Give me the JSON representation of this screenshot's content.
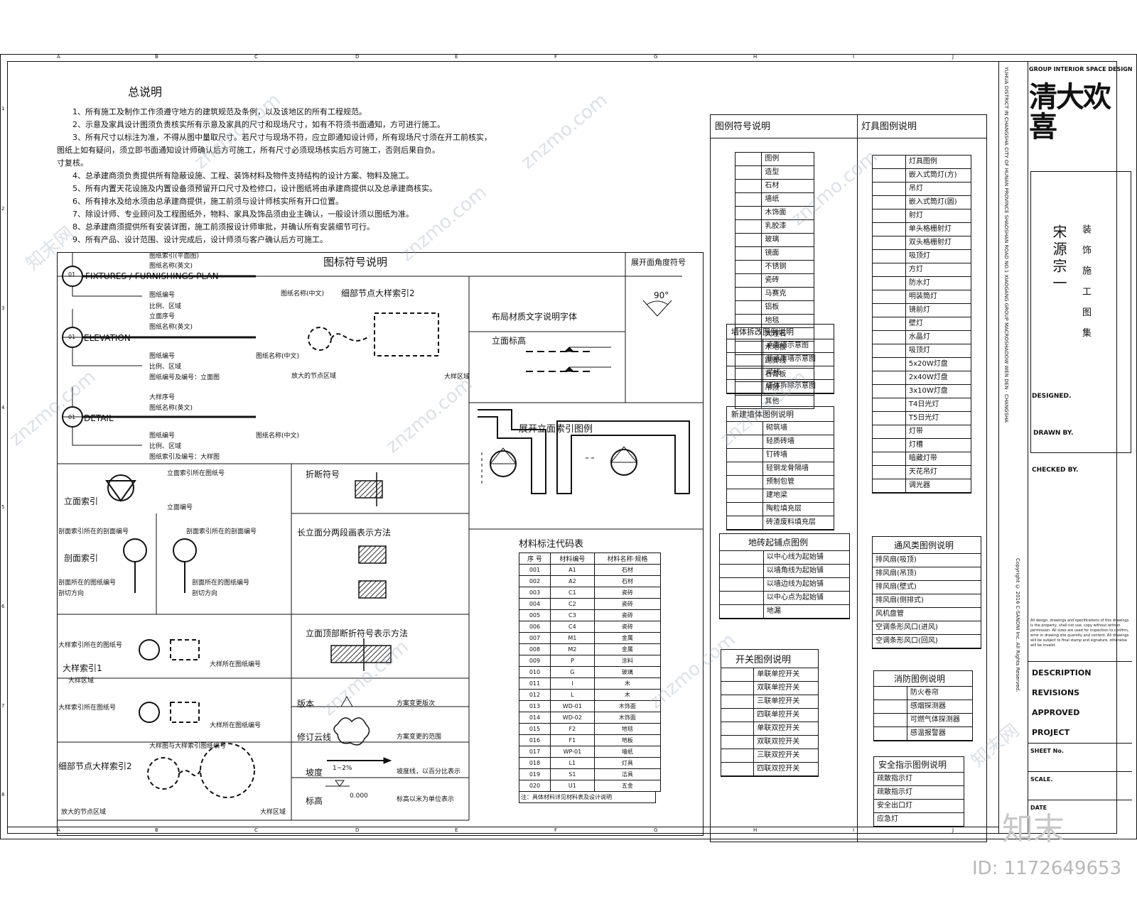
{
  "grid_letters": [
    "A",
    "B",
    "C",
    "D",
    "E",
    "F",
    "G",
    "H",
    "I",
    "J"
  ],
  "grid_numbers": [
    "1",
    "2",
    "3",
    "4",
    "5",
    "6",
    "7",
    "8"
  ],
  "general_notes": {
    "title": "总说明",
    "lines": [
      "1、所有施工及制作工作须遵守地方的建筑规范及条例，以及该地区的所有工程规范。",
      "2、示意及家具设计图须负责核实所有示意及家具的尺寸和现场尺寸，如有不符须书面通知，方可进行施工。",
      "3、所有尺寸以标注为准，不得从图中量取尺寸。若尺寸与现场不符，应立即通知设计师，所有现场尺寸须在开工前核实，",
      "图纸上如有疑问，须立即书面通知设计师确认后方可施工，所有尺寸必须现场核实后方可施工，否则后果自负。",
      "寸复核。",
      "4、总承建商须负责提供所有隐蔽设施、工程、装饰材料及物件支持结构的设计方案、物料及施工。",
      "5、所有内置天花设施及内置设备须预留开口尺寸及检修口，设计图纸将由承建商提供以及总承建商核实。",
      "6、所有排水及给水须由总承建商提供，施工前须与设计师核实所有开口位置。",
      "7、除设计师、专业顾问及工程图纸外，物料、家具及饰品须由业主确认，一般设计须以图纸为准。",
      "8、总承建商须提供所有安装详图，施工前须报设计师审批，并确认所有安装细节可行。",
      "9、所有产品、设计范围、设计完成后，设计师须与客户确认后方可施工。"
    ]
  },
  "legend_main": {
    "title": "图标符号说明",
    "furnishing_label": "FIXTURES / FURNISHINGS PLAN",
    "elevation_label": "ELEVATION",
    "detail_label": "DETAIL",
    "code_label": "01",
    "labels": {
      "drawing_code_cn": "图纸索引(平面图)",
      "drawing_name_en": "图纸名称(英文)",
      "drawing_no": "图纸编号",
      "scale": "比例、区域",
      "drawing_name_cn": "图纸名称(中文)",
      "node_index2": "细部节点大样索引2",
      "elevation_no": "立面序号",
      "elev_name_en": "图纸名称(英文)",
      "elev_code": "图纸编号及编号：立面图",
      "detail_no": "大样序号",
      "detail_name_en": "图纸名称(英文)",
      "detail_code": "图纸索引及编号：大样图",
      "detail_region": "放大的节点区域",
      "detail_target": "大样区域",
      "material_font": "布局材质文字说明字体",
      "elevation_height": "立面标高",
      "expand_angle": "展开面角度符号",
      "angle": "90°",
      "elevation_index_title": "展开立面索引图例",
      "elev_index": "立面索引",
      "elev_index_a": "立面索引所在图纸号",
      "elev_index_b": "立面编号",
      "section_index": "剖面索引",
      "section_a": "剖面索引所在的剖面编号",
      "section_b": "剖面所在的图纸编号",
      "section_c": "剖切方向",
      "break_symbol": "折断符号",
      "long_elev": "长立面分两段画表示方法",
      "elev_top": "立面顶部断折符号表示方法",
      "detail_idx1": "大样索引1",
      "detail_idx1_a": "大样索引所在的图纸号",
      "detail_idx1_b": "大样所在图纸编号",
      "detail_idx1_c": "大样区域",
      "detail_idx2_a": "大样索引所在图纸号",
      "detail_idx2_b": "大样图与大样索引图纸编号",
      "node_index_bottom": "细部节点大样索引2",
      "node_region": "放大的节点区域",
      "node_target": "大样区域",
      "version": "版本",
      "version_note": "方案变更版次",
      "revision_cloud": "修订云线",
      "revision_note": "方案变更的范围",
      "slope": "坡度",
      "slope_value": "1~2%",
      "slope_note": "坡度线，以百分比表示",
      "elevation_mark": "标高",
      "elevation_value": "0.000",
      "elevation_note": "标高以米为单位表示"
    }
  },
  "materials_table": {
    "title": "材料标注代码表",
    "headers": [
      "序 号",
      "材料编号",
      "材料名称·规格"
    ],
    "rows": [
      [
        "001",
        "A1",
        "石材"
      ],
      [
        "002",
        "A2",
        "石材"
      ],
      [
        "003",
        "C1",
        "瓷砖"
      ],
      [
        "004",
        "C2",
        "瓷砖"
      ],
      [
        "005",
        "C3",
        "瓷砖"
      ],
      [
        "006",
        "C4",
        "瓷砖"
      ],
      [
        "007",
        "M1",
        "金属"
      ],
      [
        "008",
        "M2",
        "金属"
      ],
      [
        "009",
        "P",
        "涂料"
      ],
      [
        "010",
        "G",
        "玻璃"
      ],
      [
        "011",
        "I",
        "木"
      ],
      [
        "012",
        "L",
        "木"
      ],
      [
        "013",
        "WD-01",
        "木饰面"
      ],
      [
        "014",
        "WD-02",
        "木饰面"
      ],
      [
        "015",
        "F2",
        "地毯"
      ],
      [
        "016",
        "F1",
        "地板"
      ],
      [
        "017",
        "WP-01",
        "墙纸"
      ],
      [
        "018",
        "L1",
        "灯具"
      ],
      [
        "019",
        "S1",
        "洁具"
      ],
      [
        "020",
        "U1",
        "五金"
      ]
    ],
    "footer": "注：具体材料详见材料表及设计说明"
  },
  "ceiling_legend": {
    "title": "图例符号说明",
    "rows": [
      "图例",
      "造型",
      "石材",
      "墙纸",
      "木饰面",
      "乳胶漆",
      "玻璃",
      "镜面",
      "不锈钢",
      "瓷砖",
      "马赛克",
      "铝板",
      "地毯",
      "大理石",
      "木地板",
      "踢脚线",
      "石膏板",
      "吊顶",
      "其他"
    ]
  },
  "wall_legend": {
    "title": "墙体拆改图例说明",
    "rows": [
      "承重墙示意图",
      "非承重墙示意图",
      "梁线",
      "墙体拆除示意图"
    ]
  },
  "new_wall_legend": {
    "title": "新建墙体图例说明",
    "rows": [
      "砌筑墙",
      "轻质砖墙",
      "钉砖墙",
      "轻钢龙骨隔墙",
      "预制包管",
      "建地梁",
      "陶粒填充层",
      "砖渣废料填充层"
    ]
  },
  "floor_legend": {
    "title": "地砖起铺点图例",
    "rows": [
      "以中心线为起始铺",
      "以墙角线为起始铺",
      "以墙边线为起始铺",
      "以中心点为起始铺",
      "地漏"
    ]
  },
  "switch_legend": {
    "title": "开关图例说明",
    "rows": [
      "单联单控开关",
      "双联单控开关",
      "三联单控开关",
      "四联单控开关",
      "单联双控开关",
      "双联双控开关",
      "三联双控开关",
      "四联双控开关"
    ]
  },
  "lighting_legend": {
    "title": "灯具图例说明",
    "rows": [
      "灯具图例",
      "嵌入式筒灯(方)",
      "吊灯",
      "嵌入式筒灯(圆)",
      "射灯",
      "单头格栅射灯",
      "双头格栅射灯",
      "吸顶灯",
      "方灯",
      "防水灯",
      "明装筒灯",
      "镜前灯",
      "壁灯",
      "水晶灯",
      "吸顶灯",
      "5x20W灯盘",
      "2x40W灯盘",
      "3x10W灯盘",
      "T4日光灯",
      "T5日光灯",
      "灯带",
      "灯槽",
      "暗藏灯带",
      "天花吊灯",
      "调光器"
    ]
  },
  "hvac_legend": {
    "title": "通风类图例说明",
    "rows": [
      "排风扇(吸顶)",
      "排风扇(吊顶)",
      "排风扇(壁式)",
      "排风扇(侧排式)",
      "风机盘管",
      "空调条形风口(进风)",
      "空调条形风口(回风)"
    ]
  },
  "fire_legend": {
    "title": "消防图例说明",
    "rows": [
      "防火卷帘",
      "感烟探测器",
      "可燃气体探测器",
      "感温报警器"
    ]
  },
  "safety_legend": {
    "title": "安全指示图例说明",
    "rows": [
      "疏散指示灯",
      "疏散指示灯",
      "安全出口灯",
      "应急灯"
    ]
  },
  "title_block": {
    "brand_top": "GROUP INTERIOR SPACE DESIGN",
    "brand_big": "清大欢喜",
    "project_name": "宋源宗一",
    "project_sub": "装 饰 施 工 图 集",
    "address": "YUHUA DISTRICT IN CHANGSHA CITY OF HUNAN PROVINCE SHAOSHAN ROAD NO.1 XIAOGANG GROUP MACROSHADOW WEN DEN · CHANGSHA",
    "copyright": "Copyright © 2016 C-SANDNI Inc. All Rights Reserved.",
    "designed": "DESIGNED.",
    "drawn": "DRAWN BY.",
    "checked": "CHECKED BY.",
    "description": "DESCRIPTION",
    "revisions": "REVISIONS",
    "approved": "APPROVED",
    "project": "PROJECT",
    "sheet_no": "SHEET No.",
    "scale": "SCALE.",
    "date": "DATE",
    "fine_print": "All design, drawings and specifications of this drawings is the property, shall not use, copy without written permission. All sizes are used for inspection to confirm, error in drawing site quantity and content. All drawings will be subject to final stamp and signature, otherwise will be invalid."
  },
  "watermark": {
    "site": "znzmo.com",
    "brand": "知末网",
    "corner_logo": "知末",
    "id_text": "ID: 1172649653"
  }
}
